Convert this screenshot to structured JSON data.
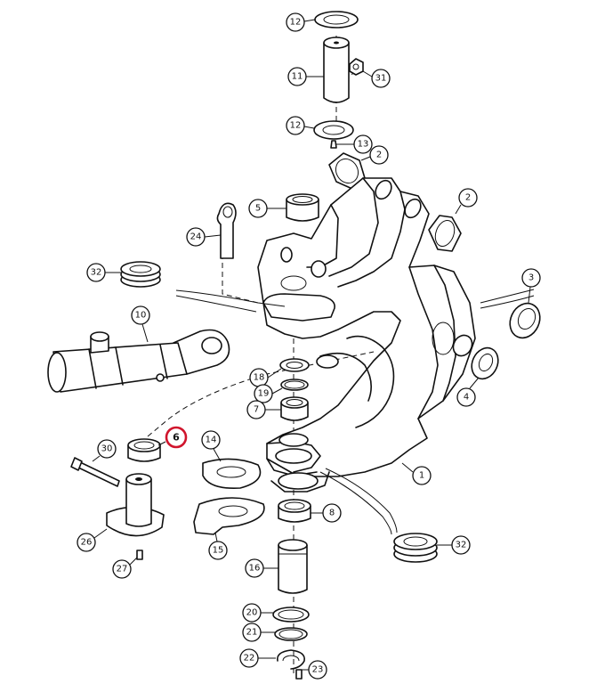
{
  "diagram": {
    "highlight_color": "#d0142c",
    "callouts": [
      {
        "id": "c12a",
        "label": "12"
      },
      {
        "id": "c11",
        "label": "11"
      },
      {
        "id": "c31",
        "label": "31"
      },
      {
        "id": "c12b",
        "label": "12"
      },
      {
        "id": "c13",
        "label": "13"
      },
      {
        "id": "c2a",
        "label": "2"
      },
      {
        "id": "c2b",
        "label": "2"
      },
      {
        "id": "c5",
        "label": "5"
      },
      {
        "id": "c24",
        "label": "24"
      },
      {
        "id": "c32a",
        "label": "32"
      },
      {
        "id": "c3",
        "label": "3"
      },
      {
        "id": "c10",
        "label": "10"
      },
      {
        "id": "c18",
        "label": "18"
      },
      {
        "id": "c19",
        "label": "19"
      },
      {
        "id": "c7",
        "label": "7"
      },
      {
        "id": "c4",
        "label": "4"
      },
      {
        "id": "c6",
        "label": "6",
        "highlighted": true
      },
      {
        "id": "c30",
        "label": "30"
      },
      {
        "id": "c14",
        "label": "14"
      },
      {
        "id": "c1",
        "label": "1"
      },
      {
        "id": "c8",
        "label": "8"
      },
      {
        "id": "c15",
        "label": "15"
      },
      {
        "id": "c26",
        "label": "26"
      },
      {
        "id": "c32b",
        "label": "32"
      },
      {
        "id": "c27",
        "label": "27"
      },
      {
        "id": "c16",
        "label": "16"
      },
      {
        "id": "c20",
        "label": "20"
      },
      {
        "id": "c21",
        "label": "21"
      },
      {
        "id": "c22",
        "label": "22"
      },
      {
        "id": "c23",
        "label": "23"
      }
    ]
  }
}
